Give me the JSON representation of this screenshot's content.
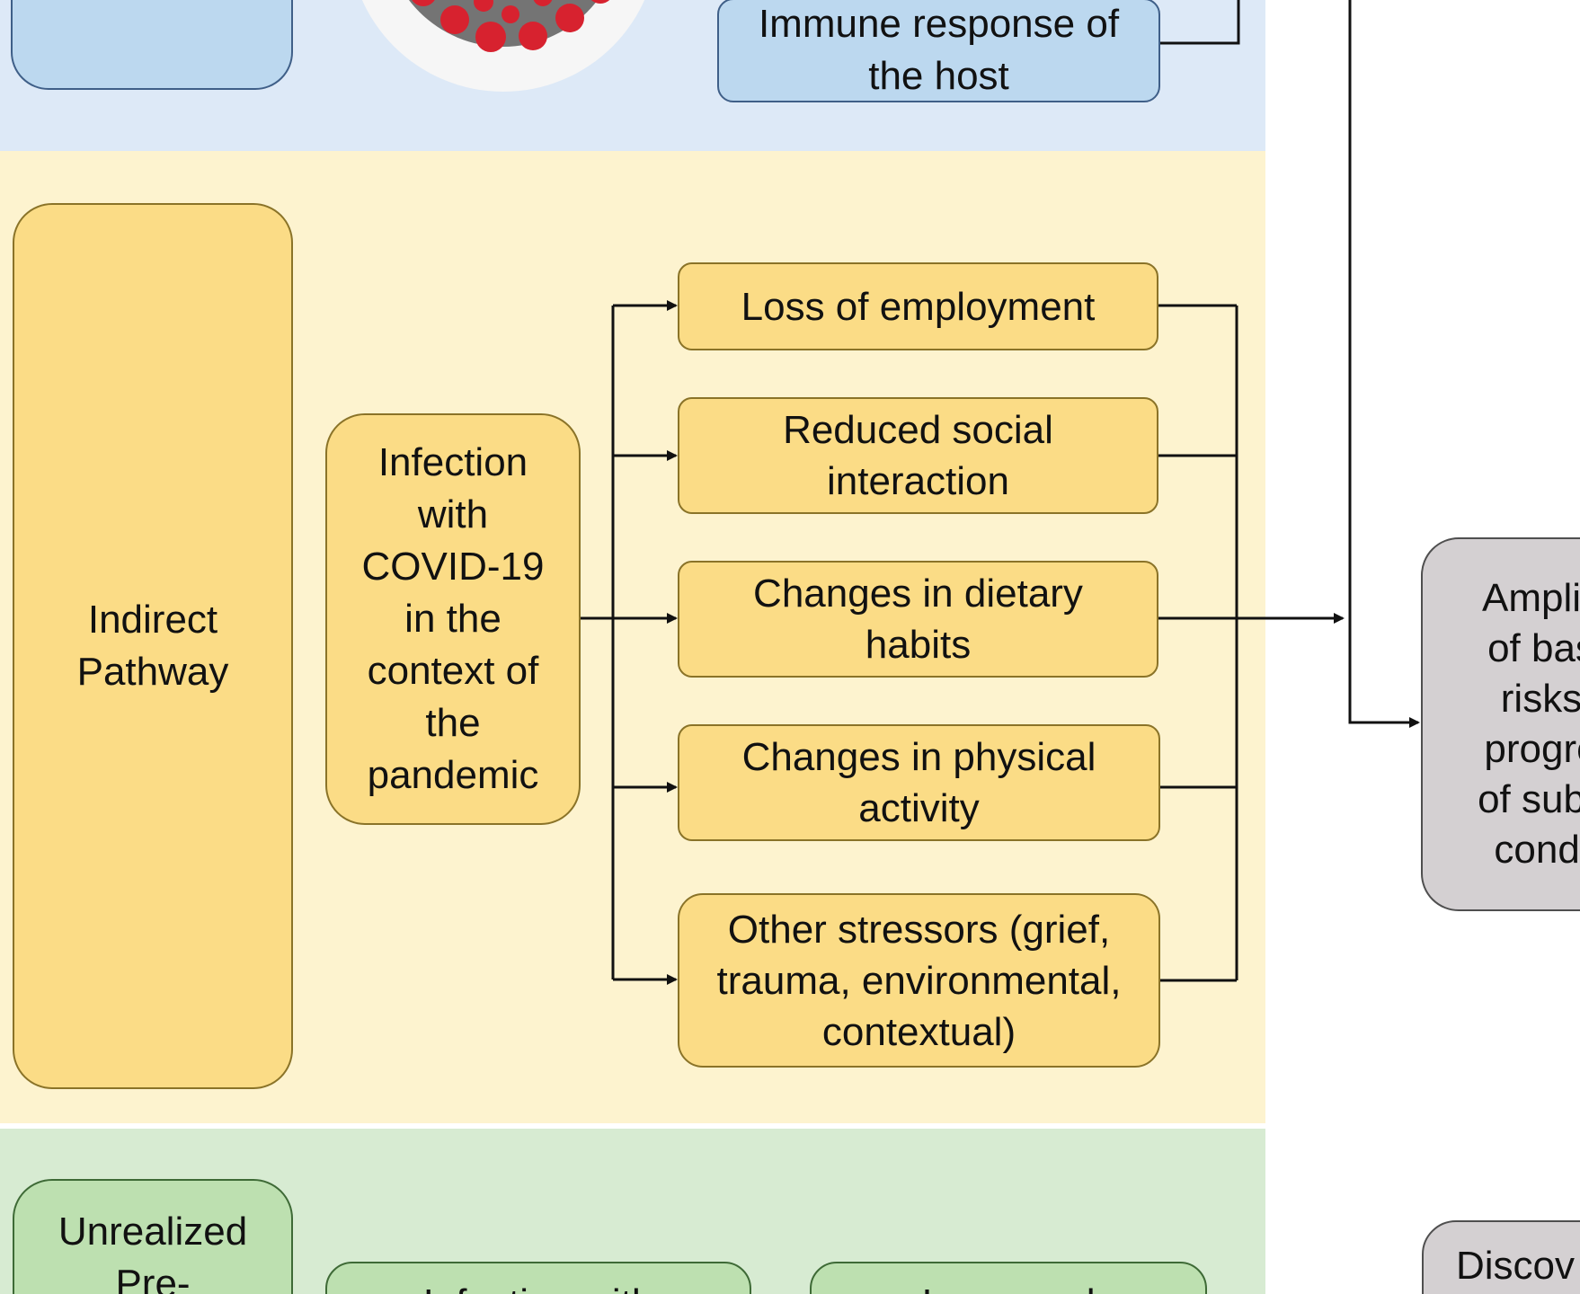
{
  "pathways": {
    "direct": {
      "host_response": "Immune response of\nthe host"
    },
    "indirect": {
      "label": "Indirect\nPathway",
      "source": "Infection\nwith\nCOVID-19\nin the\ncontext of\nthe\npandemic",
      "stressors": [
        "Loss of employment",
        "Reduced social\ninteraction",
        "Changes in dietary\nhabits",
        "Changes in physical\nactivity",
        "Other stressors (grief,\ntrauma, environmental,\ncontextual)"
      ]
    },
    "unrealized": {
      "label": "Unrealized\nPre-",
      "source": "Infection with",
      "effect": "Increased"
    }
  },
  "outcomes": {
    "amplification": "Amplifi\nof bas\nrisks\nprogre\nof subc\ncondi",
    "discovery": "Discov"
  },
  "colors": {
    "direct_band": "#dde9f7",
    "indirect_band": "#fdf3cf",
    "unrealized_band": "#d7ebd2",
    "outcome_box": "#d4d0d2",
    "virus_spikes": "#d7222f"
  },
  "icons": {
    "virus": "coronavirus-illustration"
  }
}
